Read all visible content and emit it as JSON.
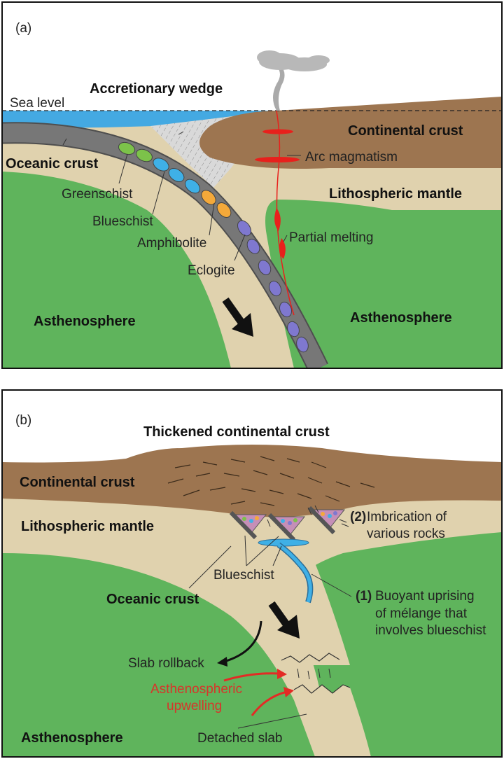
{
  "colors": {
    "mantle": "#e0d2ae",
    "asthenosphere": "#5fb45c",
    "continental_crust": "#9d7550",
    "ocean": "#44a9e2",
    "wedge": "#d9d9d9",
    "slab": "#777777",
    "magma": "#e8201c",
    "greenschist": "#7cc24a",
    "blueschist": "#3fb0e6",
    "amphibolite": "#f4a93a",
    "eclogite": "#7f78cf",
    "upwelling_arrow": "#e32b25"
  },
  "icons": [
    "volcanic-plume-icon",
    "subduction-arrow-icon"
  ],
  "panel_a": {
    "label": "(a)",
    "sea_level": "Sea level",
    "accretionary_wedge": "Accretionary wedge",
    "continental_crust": "Continental crust",
    "oceanic_crust": "Oceanic crust",
    "arc_magmatism": "Arc magmatism",
    "lithospheric_mantle": "Lithospheric mantle",
    "greenschist": "Greenschist",
    "blueschist": "Blueschist",
    "amphibolite": "Amphibolite",
    "partial_melting": "Partial melting",
    "eclogite": "Eclogite",
    "asthenosphere_left": "Asthenosphere",
    "asthenosphere_right": "Asthenosphere"
  },
  "panel_b": {
    "label": "(b)",
    "thickened_crust": "Thickened continental crust",
    "continental_crust": "Continental crust",
    "lithospheric_mantle": "Lithospheric mantle",
    "imbrication_num": "(2)",
    "imbrication_line1": "Imbrication of",
    "imbrication_line2": "various rocks",
    "blueschist": "Blueschist",
    "oceanic_crust": "Oceanic crust",
    "buoyant_num": "(1)",
    "buoyant_line1": "Buoyant uprising",
    "buoyant_line2": "of mélange that",
    "buoyant_line3": "involves blueschist",
    "slab_rollback": "Slab rollback",
    "upwelling_line1": "Asthenospheric",
    "upwelling_line2": "upwelling",
    "asthenosphere": "Asthenosphere",
    "detached_slab": "Detached slab"
  }
}
